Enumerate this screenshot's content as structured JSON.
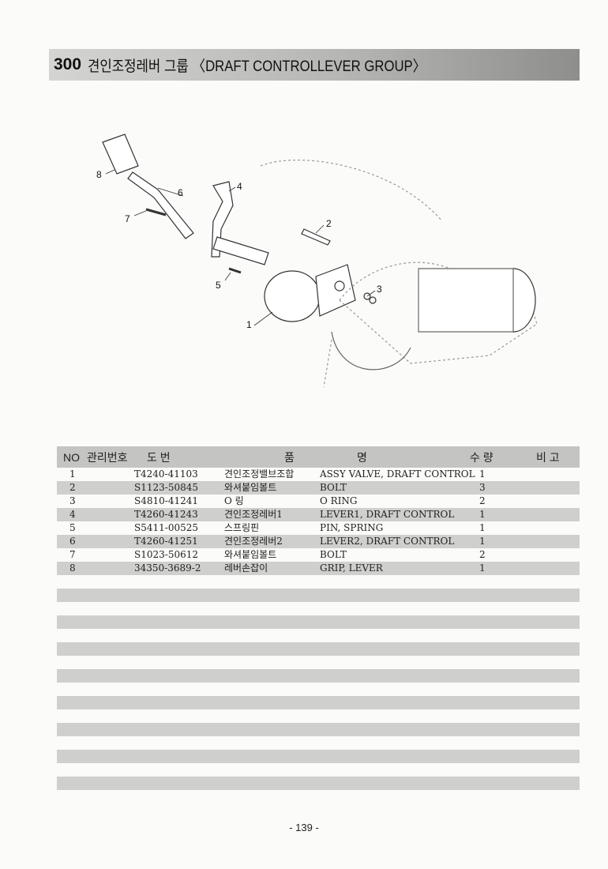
{
  "header": {
    "number": "300",
    "title": "견인조정레버 그룹 〈DRAFT CONTROLLEVER GROUP〉"
  },
  "diagram": {
    "callouts": [
      "1",
      "2",
      "3",
      "4",
      "5",
      "6",
      "7",
      "8"
    ]
  },
  "table": {
    "columns": {
      "no": "NO",
      "mgmt": "관리번호",
      "drawing": "도  번",
      "name_kr": "품",
      "name_en": "명",
      "qty": "수 량",
      "remarks": "비 고"
    },
    "rows": [
      {
        "no": "1",
        "part": "T4240-41103",
        "kr": "견인조정밸브조합",
        "en": "ASSY VALVE, DRAFT CONTROL",
        "qty": "1"
      },
      {
        "no": "2",
        "part": "S1123-50845",
        "kr": "와셔붙임볼트",
        "en": "BOLT",
        "qty": "3"
      },
      {
        "no": "3",
        "part": "S4810-41241",
        "kr": "O 링",
        "en": "O RING",
        "qty": "2"
      },
      {
        "no": "4",
        "part": "T4260-41243",
        "kr": "견인조정레버1",
        "en": "LEVER1, DRAFT CONTROL",
        "qty": "1"
      },
      {
        "no": "5",
        "part": "S5411-00525",
        "kr": "스프링핀",
        "en": "PIN, SPRING",
        "qty": "1"
      },
      {
        "no": "6",
        "part": "T4260-41251",
        "kr": "견인조정레버2",
        "en": "LEVER2, DRAFT CONTROL",
        "qty": "1"
      },
      {
        "no": "7",
        "part": "S1023-50612",
        "kr": "와셔붙임볼트",
        "en": "BOLT",
        "qty": "2"
      },
      {
        "no": "8",
        "part": "34350-3689-2",
        "kr": "레버손잡이",
        "en": "GRIP, LEVER",
        "qty": "1"
      }
    ]
  },
  "footer": {
    "page": "- 139 -"
  }
}
